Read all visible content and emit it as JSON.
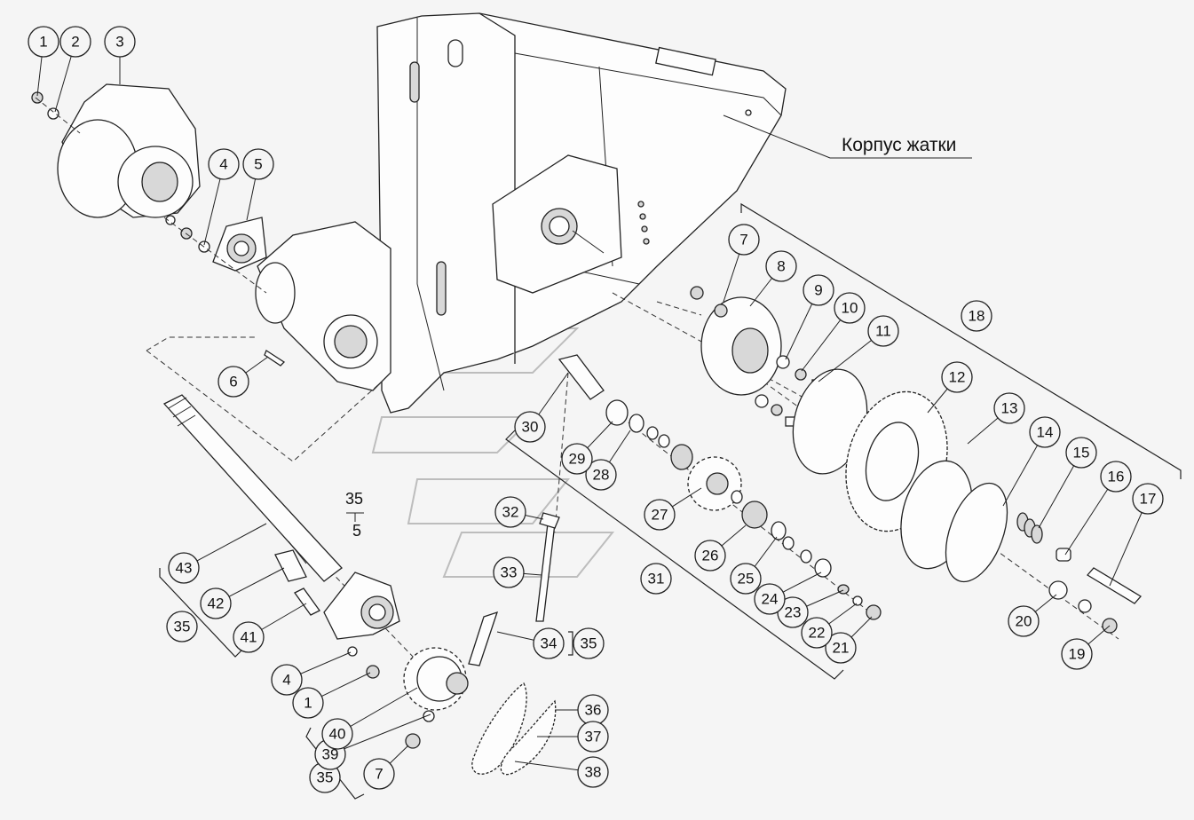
{
  "title_label": "Корпус жатки",
  "group_label": {
    "top": "35",
    "bottom": "5"
  },
  "callouts": {
    "c1a": "1",
    "c2": "2",
    "c3": "3",
    "c4a": "4",
    "c5": "5",
    "c6": "6",
    "c7a": "7",
    "c8": "8",
    "c9": "9",
    "c10": "10",
    "c11": "11",
    "c12": "12",
    "c13": "13",
    "c14": "14",
    "c15": "15",
    "c16": "16",
    "c17": "17",
    "c18": "18",
    "c19": "19",
    "c20": "20",
    "c21": "21",
    "c22": "22",
    "c23": "23",
    "c24": "24",
    "c25": "25",
    "c26": "26",
    "c27": "27",
    "c28": "28",
    "c29": "29",
    "c30": "30",
    "c31": "31",
    "c32": "32",
    "c33": "33",
    "c34": "34",
    "c35a": "35",
    "c35b": "35",
    "c35c": "35",
    "c36": "36",
    "c37": "37",
    "c38": "38",
    "c39": "39",
    "c40": "40",
    "c41": "41",
    "c42": "42",
    "c43": "43",
    "c4b": "4",
    "c1b": "1",
    "c7b": "7"
  }
}
